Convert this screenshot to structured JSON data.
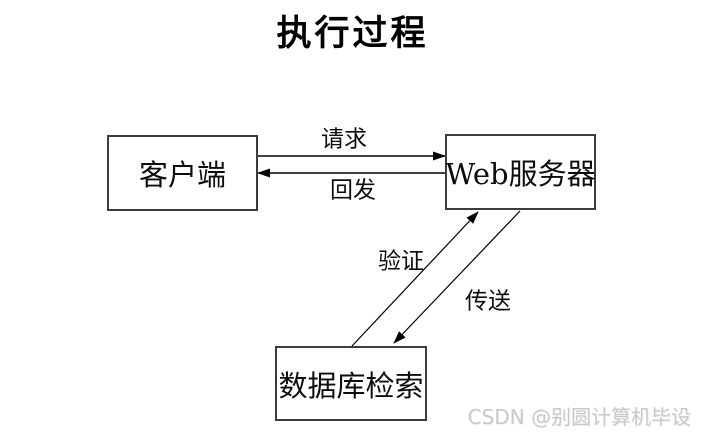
{
  "diagram": {
    "title": "执行过程",
    "nodes": [
      {
        "id": "client",
        "label": "客户端"
      },
      {
        "id": "web-server",
        "label": "Web服务器"
      },
      {
        "id": "database",
        "label": "数据库检索"
      }
    ],
    "edges": [
      {
        "id": "request",
        "label": "请求",
        "from": "client",
        "to": "web-server"
      },
      {
        "id": "postback",
        "label": "回发",
        "from": "web-server",
        "to": "client"
      },
      {
        "id": "verify",
        "label": "验证",
        "from": "database",
        "to": "web-server"
      },
      {
        "id": "transfer",
        "label": "传送",
        "from": "web-server",
        "to": "database"
      }
    ],
    "line_color": "#000000",
    "box_border_color": "#3c3c3c",
    "background_color": "#ffffff"
  },
  "watermark": {
    "text": "CSDN @别圆计算机毕设",
    "color": "#c9c9c9"
  }
}
